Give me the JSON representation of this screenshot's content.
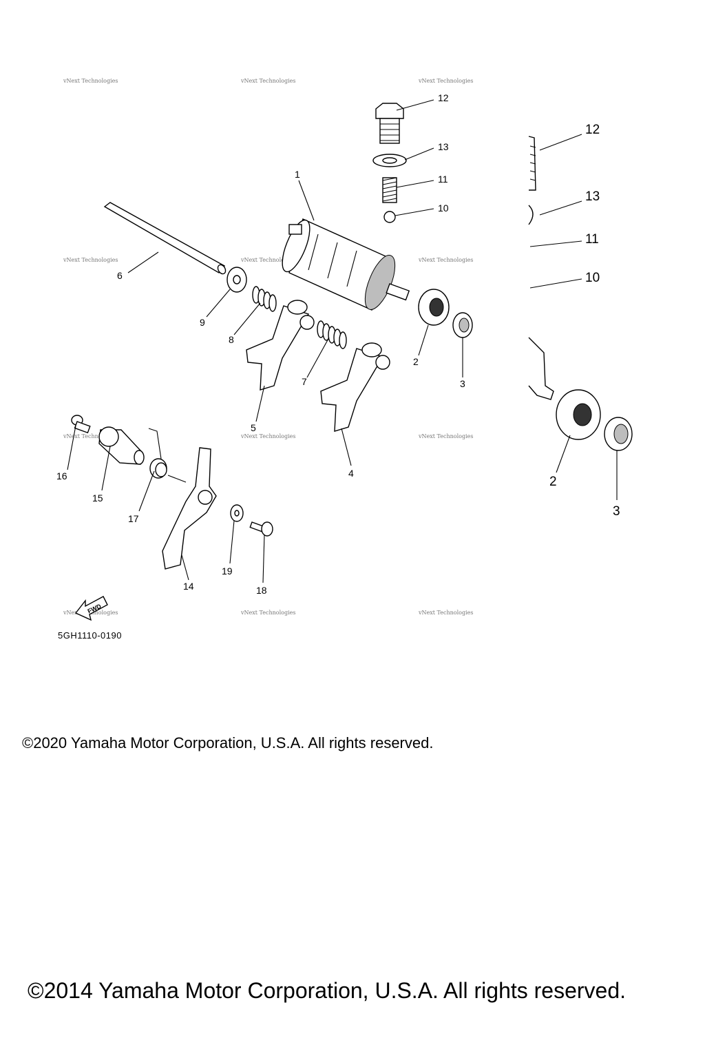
{
  "diagram": {
    "part_code": "5GH1110-0190",
    "fwd_label": "FWD",
    "watermark_text": "vNext Technologies",
    "callouts": {
      "c1": "1",
      "c2": "2",
      "c3": "3",
      "c4": "4",
      "c5": "5",
      "c6": "6",
      "c7": "7",
      "c8": "8",
      "c9": "9",
      "c10": "10",
      "c11": "11",
      "c12": "12",
      "c13": "13",
      "c14": "14",
      "c15": "15",
      "c16": "16",
      "c17": "17",
      "c18": "18",
      "c19": "19"
    },
    "zoom_callouts": {
      "z12": "12",
      "z13": "13",
      "z11": "11",
      "z10": "10",
      "z2": "2",
      "z3": "3"
    }
  },
  "footer": {
    "copyright_small": "©2020 Yamaha Motor Corporation, U.S.A. All rights reserved.",
    "copyright_large": "©2014 Yamaha Motor Corporation, U.S.A. All rights reserved."
  }
}
